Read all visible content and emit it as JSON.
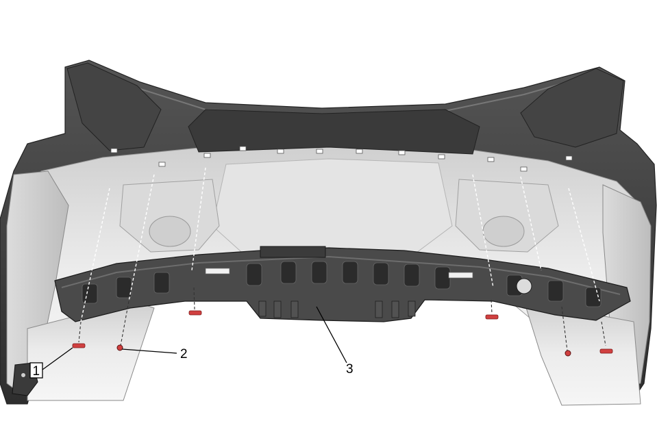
{
  "callouts": [
    {
      "label": "1"
    },
    {
      "label": "2"
    },
    {
      "label": "3"
    }
  ],
  "colors": {
    "bumper_dark": "#3c3c3c",
    "bumper_mid": "#5a5a5a",
    "fascia_light": "#e8e8e8",
    "bracket_light": "#f2f2f2",
    "absorber_dark": "#4a4a4a",
    "fastener_red": "#d04040"
  }
}
